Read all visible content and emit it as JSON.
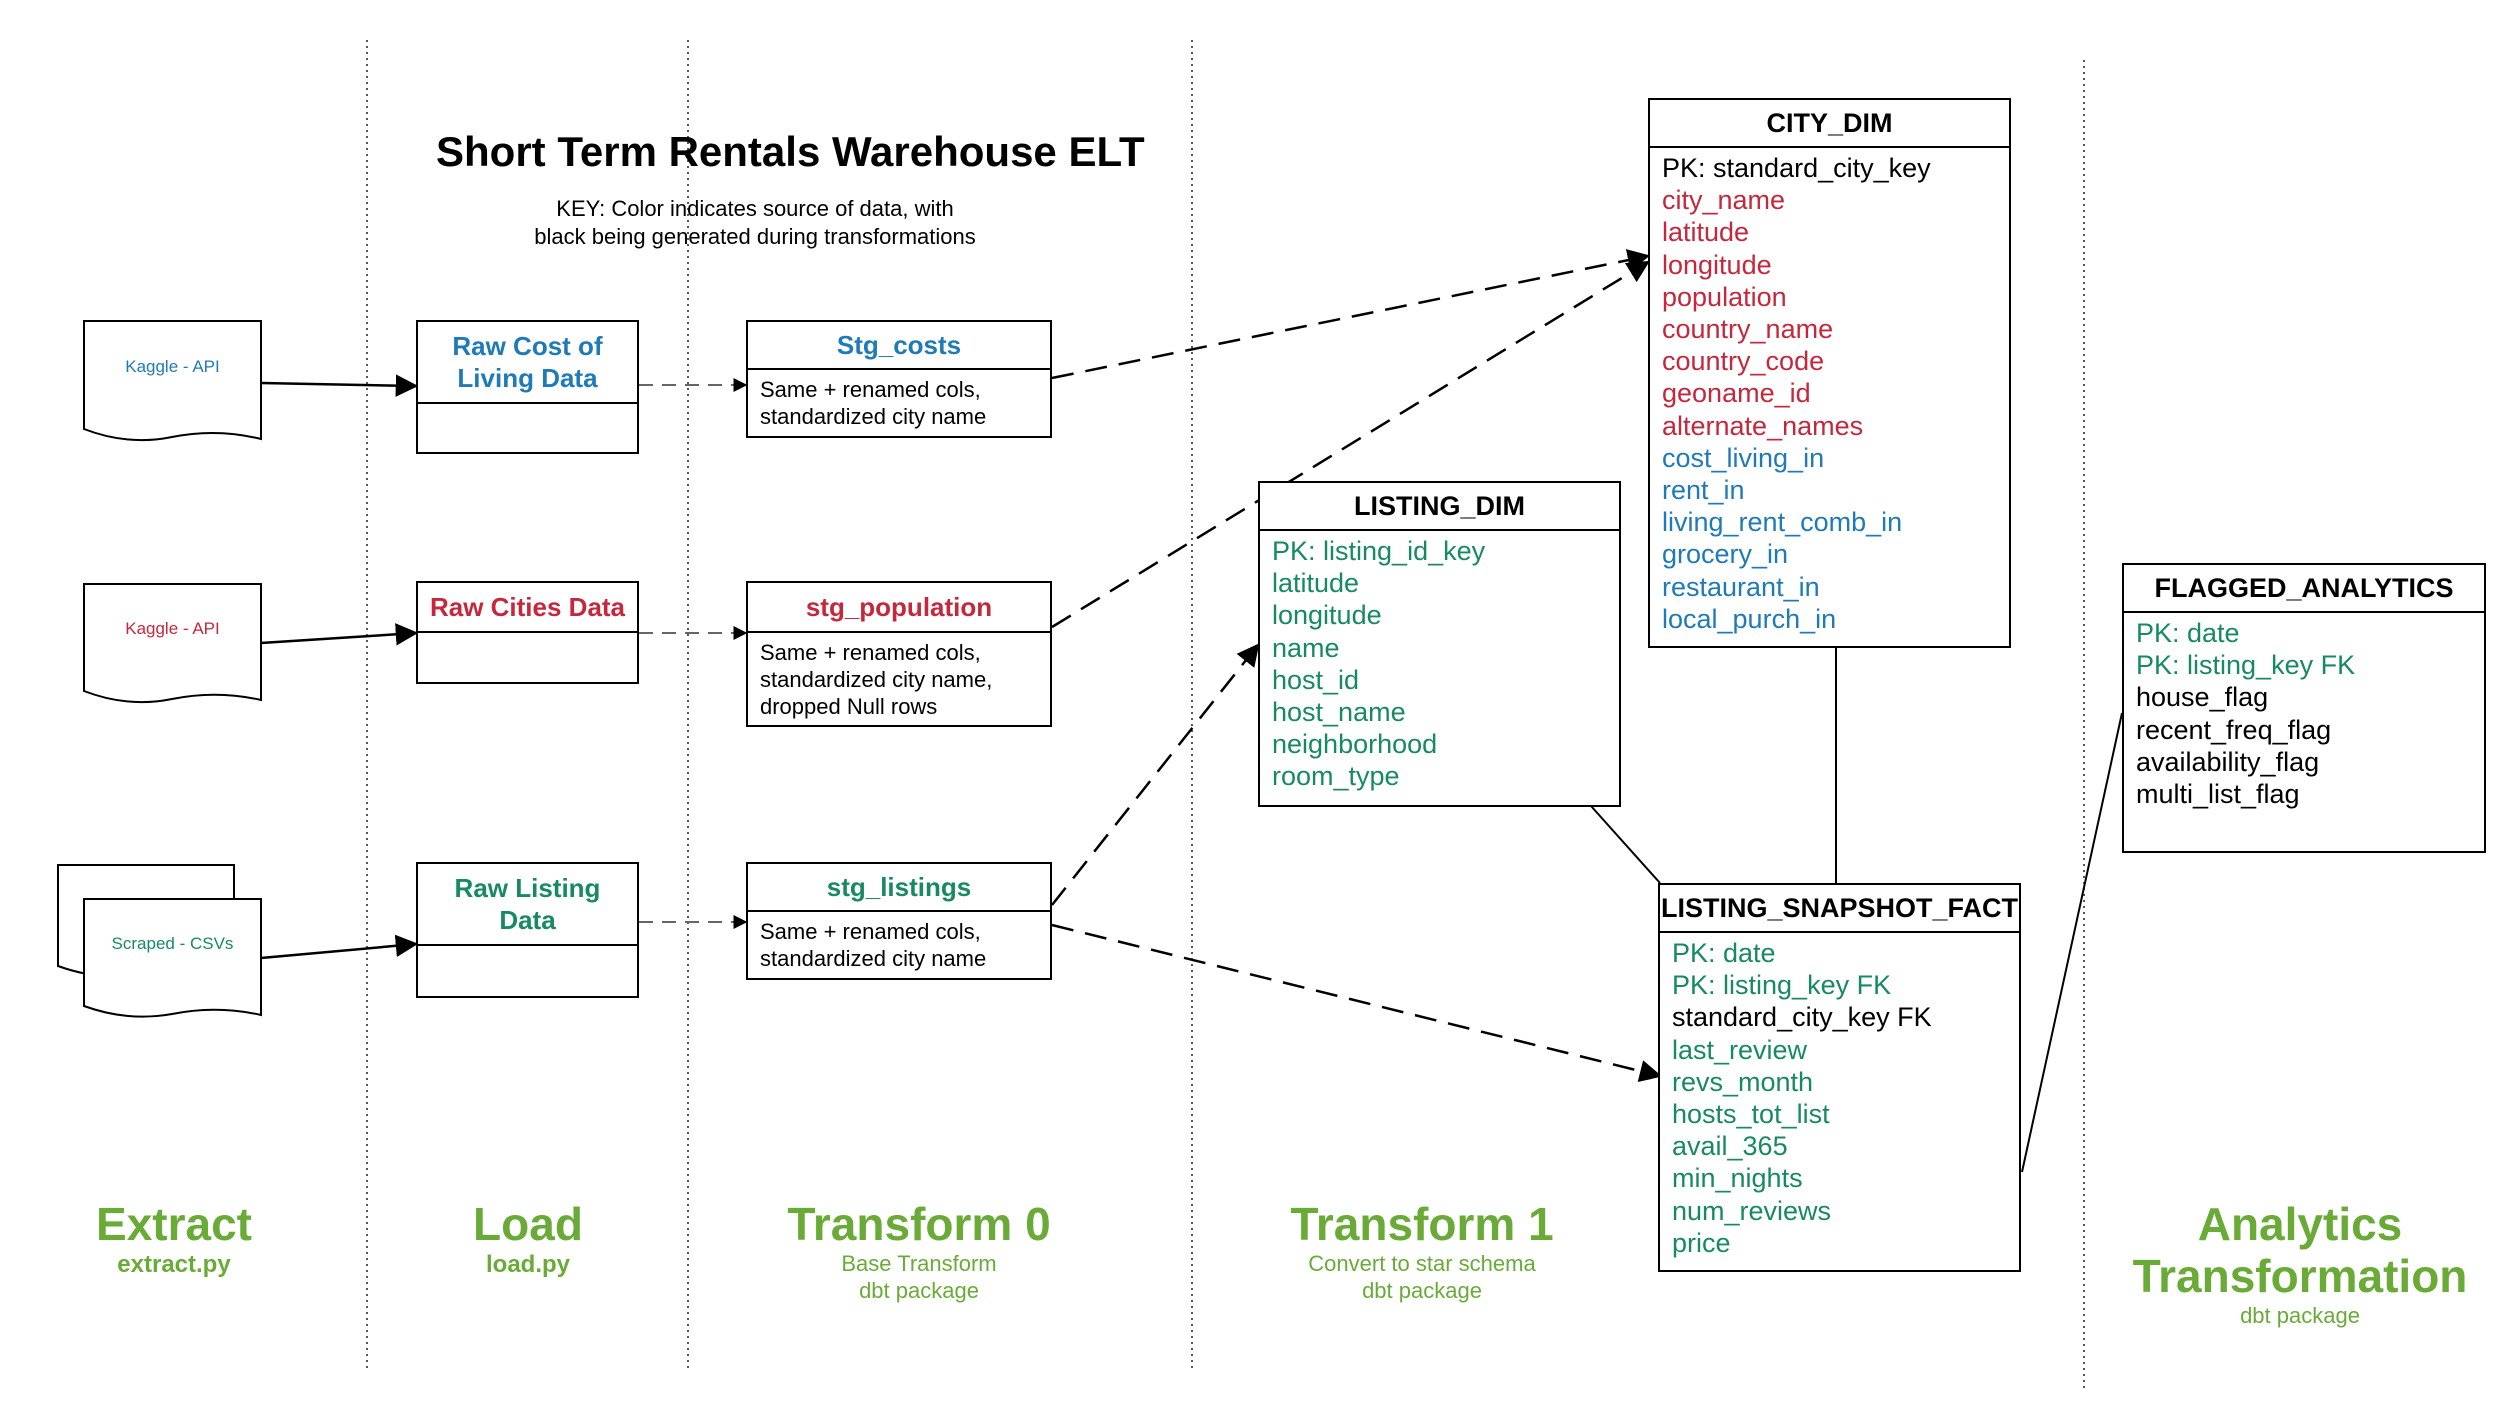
{
  "title": "Short Term Rentals Warehouse ELT",
  "key_note": "KEY: Color indicates source of data, with\nblack being generated during transformations",
  "colors": {
    "green": "#178a63",
    "red": "#c5283c",
    "blue": "#1f7ab8",
    "black": "#000000",
    "stage": "#6aab38"
  },
  "sources": [
    {
      "label": "Kaggle - API",
      "color": "blue"
    },
    {
      "label": "Kaggle - API",
      "color": "red"
    },
    {
      "label": "Scraped - CSVs",
      "color": "green"
    }
  ],
  "raw_tables": [
    {
      "label": "Raw Cost of\nLiving Data",
      "color": "blue"
    },
    {
      "label": "Raw Cities Data",
      "color": "red"
    },
    {
      "label": "Raw Listing\nData",
      "color": "green"
    }
  ],
  "staging": [
    {
      "name": "Stg_costs",
      "color": "blue",
      "desc": "Same + renamed cols,\nstandardized city name"
    },
    {
      "name": "stg_population",
      "color": "red",
      "desc": "Same + renamed cols,\nstandardized city name,\ndropped Null rows"
    },
    {
      "name": "stg_listings",
      "color": "green",
      "desc": "Same + renamed cols,\nstandardized city name"
    }
  ],
  "entities": {
    "city_dim": {
      "name": "CITY_DIM",
      "fields": [
        {
          "text": "PK: standard_city_key",
          "color": "black"
        },
        {
          "text": "city_name",
          "color": "red"
        },
        {
          "text": "latitude",
          "color": "red"
        },
        {
          "text": "longitude",
          "color": "red"
        },
        {
          "text": "population",
          "color": "red"
        },
        {
          "text": "country_name",
          "color": "red"
        },
        {
          "text": "country_code",
          "color": "red"
        },
        {
          "text": "geoname_id",
          "color": "red"
        },
        {
          "text": "alternate_names",
          "color": "red"
        },
        {
          "text": "cost_living_in",
          "color": "blue"
        },
        {
          "text": "rent_in",
          "color": "blue"
        },
        {
          "text": "living_rent_comb_in",
          "color": "blue"
        },
        {
          "text": "grocery_in",
          "color": "blue"
        },
        {
          "text": "restaurant_in",
          "color": "blue"
        },
        {
          "text": "local_purch_in",
          "color": "blue"
        }
      ]
    },
    "listing_dim": {
      "name": "LISTING_DIM",
      "fields": [
        {
          "text": "PK: listing_id_key",
          "color": "green"
        },
        {
          "text": "latitude",
          "color": "green"
        },
        {
          "text": "longitude",
          "color": "green"
        },
        {
          "text": "name",
          "color": "green"
        },
        {
          "text": "host_id",
          "color": "green"
        },
        {
          "text": "host_name",
          "color": "green"
        },
        {
          "text": "neighborhood",
          "color": "green"
        },
        {
          "text": "room_type",
          "color": "green"
        }
      ]
    },
    "listing_snapshot_fact": {
      "name": "LISTING_SNAPSHOT_FACT",
      "fields": [
        {
          "text": "PK: date",
          "color": "green"
        },
        {
          "text": "PK: listing_key   FK",
          "color": "green"
        },
        {
          "text": "standard_city_key       FK",
          "color": "black"
        },
        {
          "text": "last_review",
          "color": "green"
        },
        {
          "text": "revs_month",
          "color": "green"
        },
        {
          "text": "hosts_tot_list",
          "color": "green"
        },
        {
          "text": "avail_365",
          "color": "green"
        },
        {
          "text": "min_nights",
          "color": "green"
        },
        {
          "text": "num_reviews",
          "color": "green"
        },
        {
          "text": "price",
          "color": "green"
        }
      ]
    },
    "flagged_analytics": {
      "name": "FLAGGED_ANALYTICS",
      "fields": [
        {
          "text": "PK: date",
          "color": "green"
        },
        {
          "text": "PK: listing_key  FK",
          "color": "green"
        },
        {
          "text": "house_flag",
          "color": "black"
        },
        {
          "text": "recent_freq_flag",
          "color": "black"
        },
        {
          "text": "availability_flag",
          "color": "black"
        },
        {
          "text": "multi_list_flag",
          "color": "black"
        }
      ]
    }
  },
  "stages": [
    {
      "name": "Extract",
      "file": "extract.py",
      "desc": ""
    },
    {
      "name": "Load",
      "file": "load.py",
      "desc": ""
    },
    {
      "name": "Transform 0",
      "file": "",
      "desc": "Base Transform\ndbt package"
    },
    {
      "name": "Transform 1",
      "file": "",
      "desc": "Convert to star schema\ndbt package"
    },
    {
      "name": "Analytics\nTransformation",
      "file": "",
      "desc": "dbt package"
    }
  ]
}
